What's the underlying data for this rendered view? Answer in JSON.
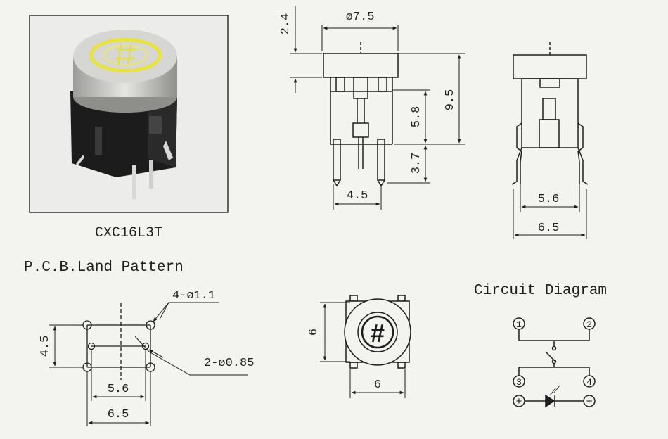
{
  "product": {
    "model": "CXC16L3T"
  },
  "front_view": {
    "dim_cap_height": "2.4",
    "dim_cap_diameter": "ø7.5",
    "dim_total_height": "9.5",
    "dim_body_height": "5.8",
    "dim_pin_length": "3.7",
    "dim_pin_spacing": "4.5"
  },
  "side_view": {
    "dim_inner": "5.6",
    "dim_outer": "6.5"
  },
  "pcb": {
    "title": "P.C.B.Land Pattern",
    "dim_large_holes": "4-ø1.1",
    "dim_small_holes": "2-ø0.85",
    "dim_vertical": "4.5",
    "dim_inner": "5.6",
    "dim_outer": "6.5"
  },
  "top_view": {
    "dim_height": "6",
    "dim_width": "6",
    "symbol": "#"
  },
  "circuit": {
    "title": "Circuit Diagram",
    "pin1": "1",
    "pin2": "2",
    "pin3": "3",
    "pin4": "4",
    "plus": "+",
    "minus": "−"
  },
  "colors": {
    "ink": "#1e1e1e",
    "paper": "#f3f3f0",
    "led_ring": "#e8e23a",
    "cap": "#c9c9c6",
    "body": "#1c1c1c"
  }
}
